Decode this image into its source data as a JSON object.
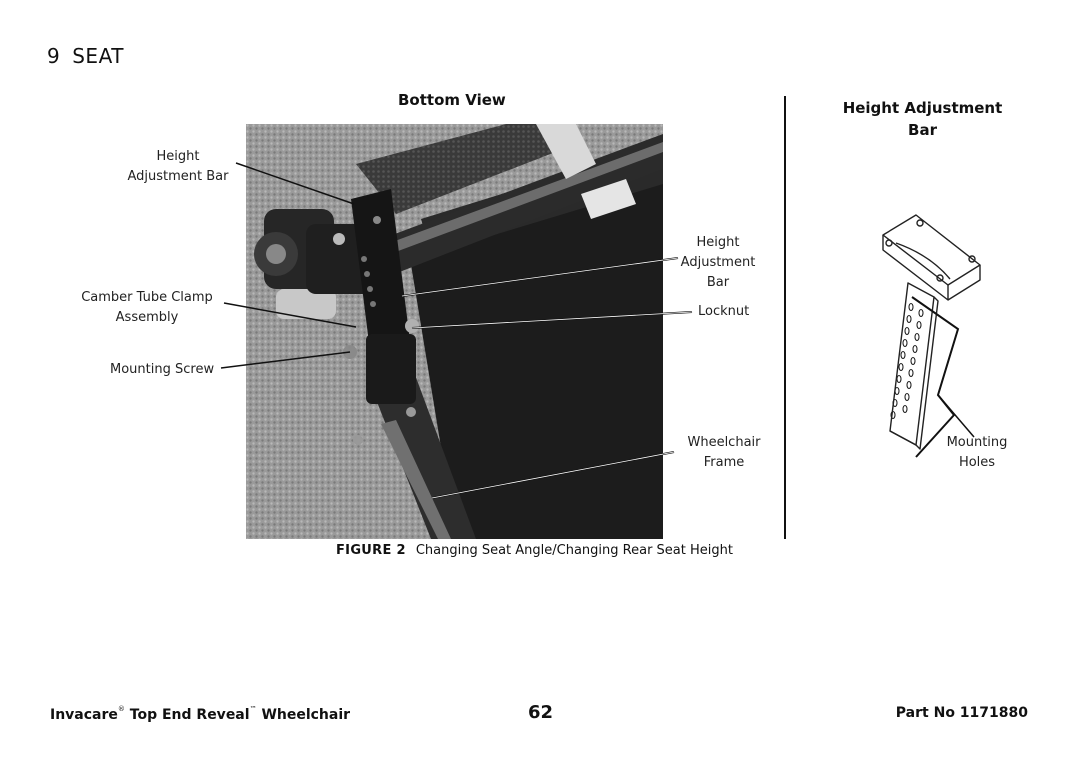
{
  "section": {
    "number": "9",
    "title": "SEAT"
  },
  "figure": {
    "view_title": "Bottom View",
    "side_title_line1": "Height Adjustment",
    "side_title_line2": "Bar",
    "callouts_left": {
      "height_adjustment_bar_line1": "Height",
      "height_adjustment_bar_line2": "Adjustment Bar",
      "camber_tube_clamp_line1": "Camber Tube Clamp",
      "camber_tube_clamp_line2": "Assembly",
      "mounting_screw": "Mounting Screw"
    },
    "callouts_right": {
      "height_adjustment_bar_line1": "Height",
      "height_adjustment_bar_line2": "Adjustment",
      "height_adjustment_bar_line3": "Bar",
      "locknut": "Locknut",
      "wheelchair_frame_line1": "Wheelchair",
      "wheelchair_frame_line2": "Frame"
    },
    "drawing_callout_line1": "Mounting",
    "drawing_callout_line2": "Holes",
    "caption_label": "FIGURE 2",
    "caption_text": "Changing Seat Angle/Changing Rear Seat Height"
  },
  "footer": {
    "brand": "Invacare",
    "brand_mark": "®",
    "product": "Top End Reveal",
    "product_mark": "™",
    "product_suffix": "Wheelchair",
    "page_number": "62",
    "part_number": "Part No 1171880"
  }
}
